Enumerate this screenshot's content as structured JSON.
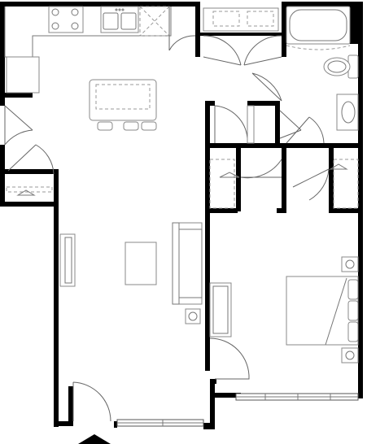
{
  "plan": {
    "kind": "apartment-floor-plan",
    "rooms": [
      "kitchen",
      "living-room",
      "bathroom",
      "bedroom",
      "closets",
      "laundry"
    ],
    "colors": {
      "wall": "#000000",
      "fixture-line": "#888888",
      "background": "#ffffff"
    },
    "entry_marker": "triangle-up"
  }
}
